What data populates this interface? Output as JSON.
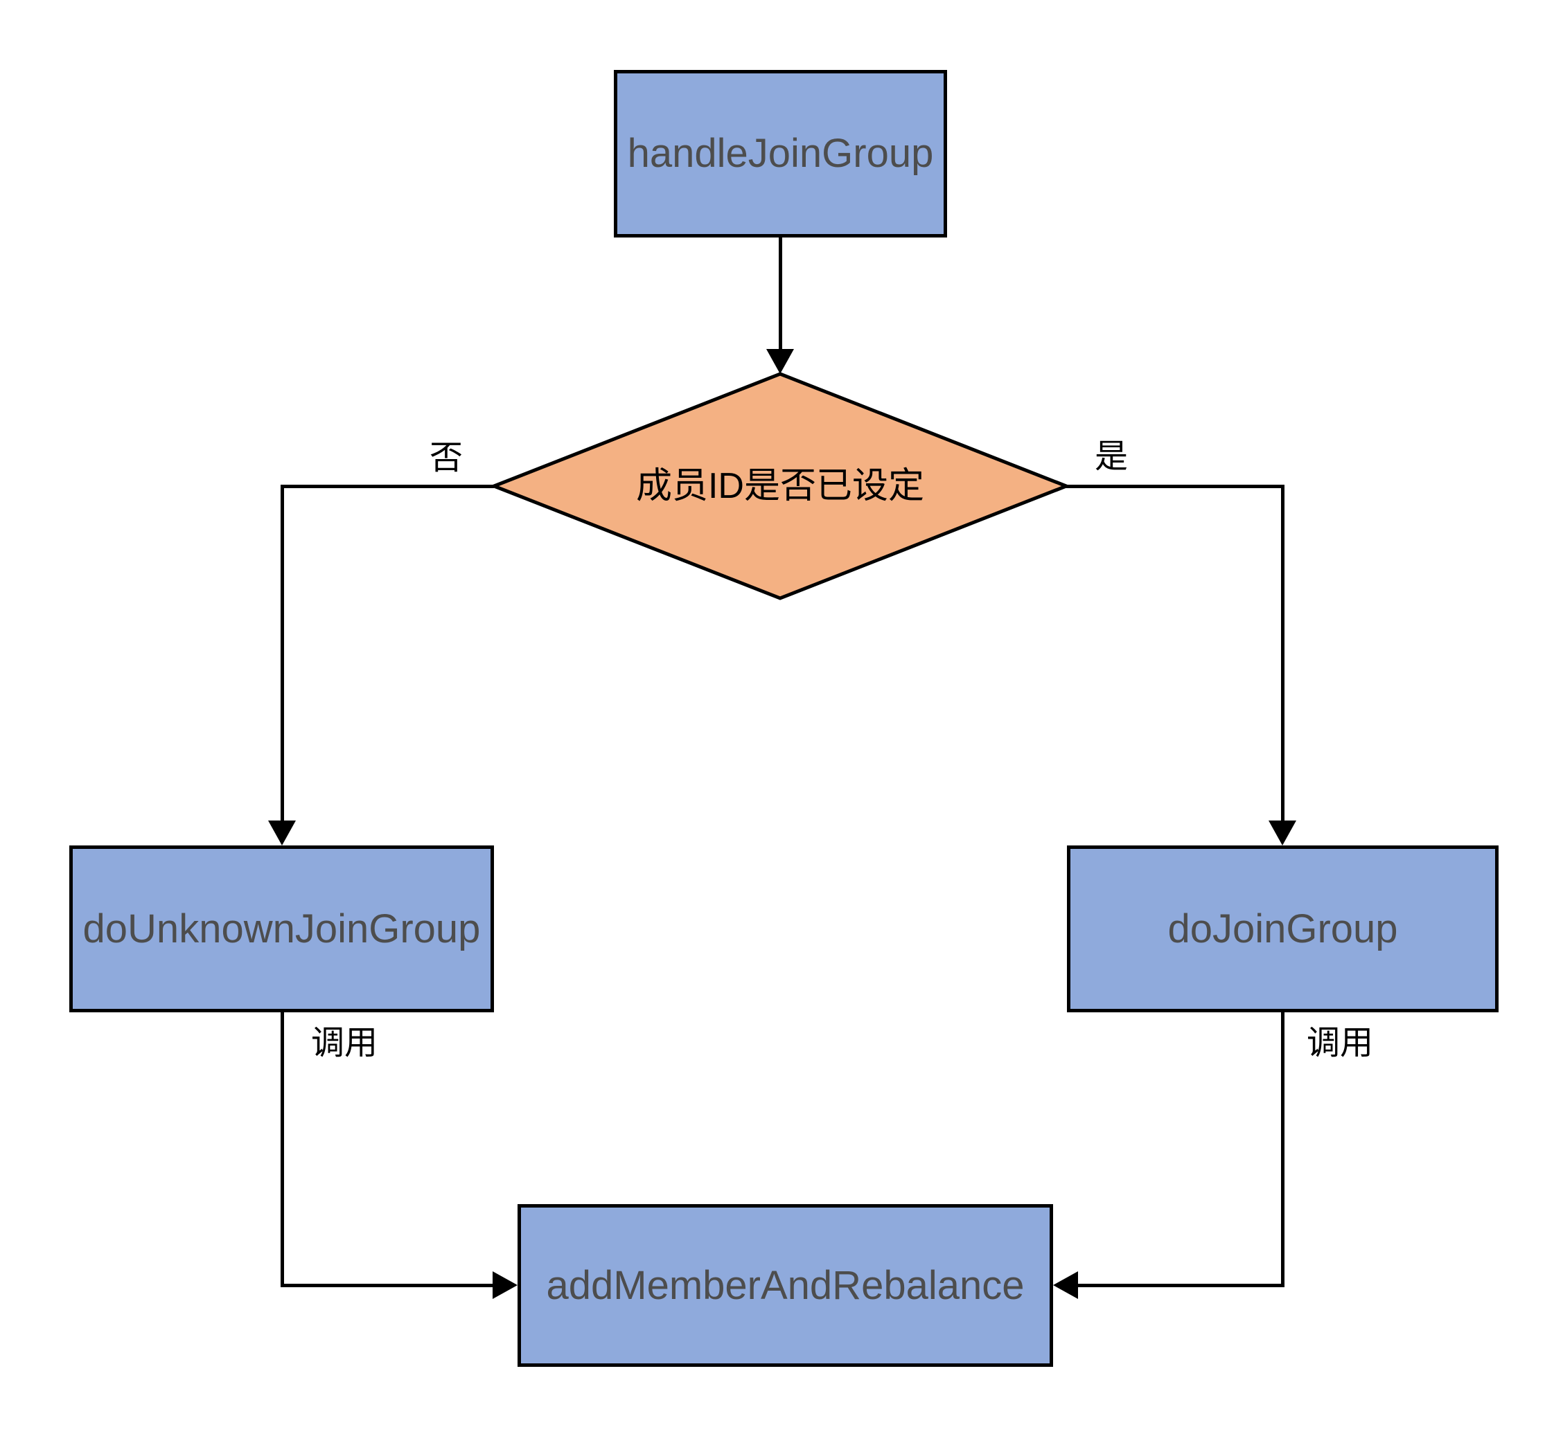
{
  "diagram": {
    "title": "handleJoinGroup flow",
    "nodes": {
      "start": {
        "label": "handleJoinGroup",
        "shape": "rectangle",
        "fill": "#8FAADC"
      },
      "decision": {
        "label": "成员ID是否已设定",
        "shape": "diamond",
        "fill": "#F4B183"
      },
      "left": {
        "label": "doUnknownJoinGroup",
        "shape": "rectangle",
        "fill": "#8FAADC"
      },
      "right": {
        "label": "doJoinGroup",
        "shape": "rectangle",
        "fill": "#8FAADC"
      },
      "bottom": {
        "label": "addMemberAndRebalance",
        "shape": "rectangle",
        "fill": "#8FAADC"
      }
    },
    "edges": [
      {
        "from": "start",
        "to": "decision",
        "label": ""
      },
      {
        "from": "decision",
        "to": "left",
        "label": "否"
      },
      {
        "from": "decision",
        "to": "right",
        "label": "是"
      },
      {
        "from": "left",
        "to": "bottom",
        "label": "调用"
      },
      {
        "from": "right",
        "to": "bottom",
        "label": "调用"
      }
    ],
    "edge_labels": {
      "no": "否",
      "yes": "是",
      "call_left": "调用",
      "call_right": "调用"
    },
    "colors": {
      "process_fill": "#8FAADC",
      "decision_fill": "#F4B183",
      "stroke": "#000000",
      "process_text": "#4D4D4D",
      "label_text": "#000000",
      "background": "#FFFFFF"
    }
  }
}
